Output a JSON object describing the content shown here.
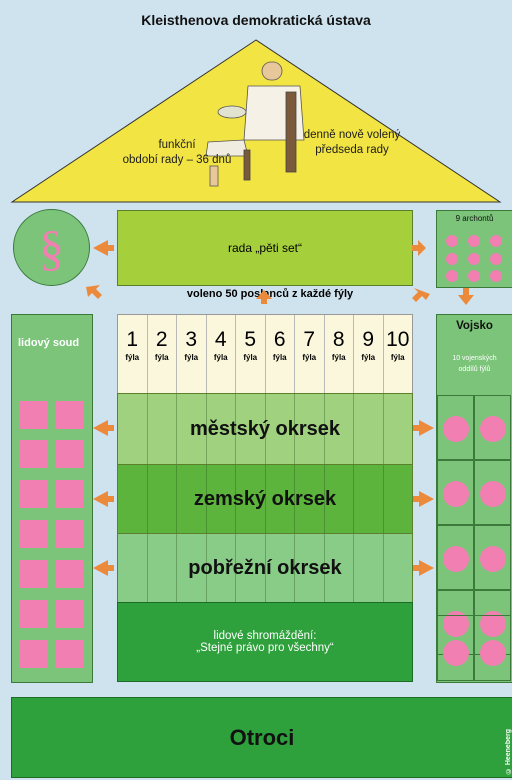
{
  "title": "Kleisthenova demokratická ústava",
  "pediment": {
    "left_text_line1": "funkční",
    "left_text_line2": "období rady – 36 dnů",
    "right_text_line1": "denně nově volený",
    "right_text_line2": "předseda rady"
  },
  "council": {
    "label": "rada „pěti set“",
    "subtitle": "voleno 50 poslanců z každé fýly"
  },
  "law_symbol": "§",
  "archons": {
    "label": "9 archontů"
  },
  "phyla": {
    "numbers": [
      "1",
      "2",
      "3",
      "4",
      "5",
      "6",
      "7",
      "8",
      "9",
      "10"
    ],
    "label": "fýla"
  },
  "districts": [
    {
      "label": "městský okrsek",
      "color": "#9fd17f"
    },
    {
      "label": "zemský okrsek",
      "color": "#5cb43c"
    },
    {
      "label": "pobřežní okrsek",
      "color": "#88cc88"
    }
  ],
  "assembly": {
    "line1": "lidové shromáždění:",
    "line2": "„Stejné právo pro všechny“"
  },
  "court": {
    "label": "lidový soud"
  },
  "army": {
    "label": "Vojsko",
    "sub_line1": "10 vojenských",
    "sub_line2": "oddílů fýlů"
  },
  "slaves": {
    "label": "Otroci"
  },
  "credit": "© Heeneberg",
  "colors": {
    "arrow": "#ec8a3c",
    "pink": "#f27fb2",
    "pediment": "#f2e442"
  }
}
